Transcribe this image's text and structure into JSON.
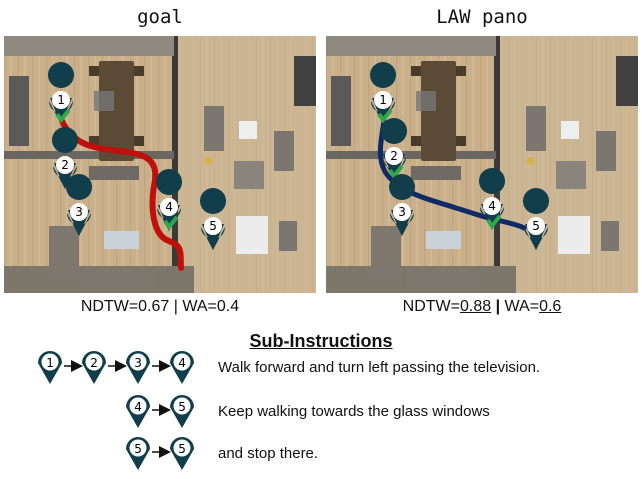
{
  "panels": [
    {
      "title": "goal",
      "metrics": {
        "ndtw_label": "NDTW=0.67",
        "sep": "|",
        "wa_label": "WA=0.4",
        "ndtw_prefix": "",
        "ndtw_value": "",
        "wa_prefix": "",
        "wa_value": ""
      },
      "path_color": "#c0100c"
    },
    {
      "title": "LAW pano",
      "metrics": {
        "ndtw_prefix": "NDTW=",
        "ndtw_value": "0.88",
        "sep": "|",
        "wa_prefix": "WA=",
        "wa_value": "0.6"
      },
      "path_color": "#0f2a66"
    }
  ],
  "markers": [
    "1",
    "2",
    "3",
    "4",
    "5"
  ],
  "colors": {
    "marker_fill": "#123d4a",
    "check": "#2ea84a"
  },
  "sub_instructions": {
    "heading": "Sub-Instructions",
    "items": [
      {
        "sequence": [
          "1",
          "2",
          "3",
          "4"
        ],
        "text": "Walk forward and turn left passing the television."
      },
      {
        "sequence": [
          "4",
          "5"
        ],
        "text": "Keep walking towards the glass windows"
      },
      {
        "sequence": [
          "5",
          "5"
        ],
        "text": "and stop there."
      }
    ]
  }
}
